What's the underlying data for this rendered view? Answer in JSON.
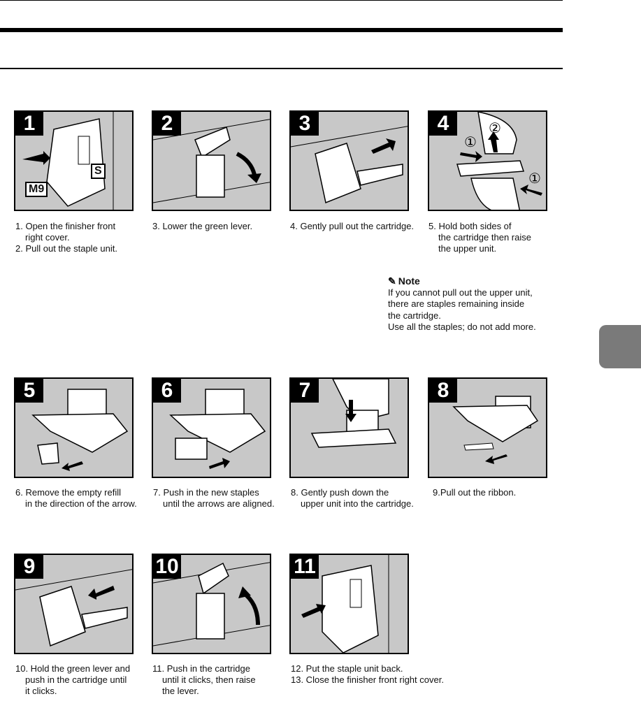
{
  "steps_row1": [
    {
      "num": "1"
    },
    {
      "num": "2"
    },
    {
      "num": "3"
    },
    {
      "num": "4"
    }
  ],
  "steps_row2": [
    {
      "num": "5"
    },
    {
      "num": "6"
    },
    {
      "num": "7"
    },
    {
      "num": "8"
    }
  ],
  "steps_row3": [
    {
      "num": "9"
    },
    {
      "num": "10"
    },
    {
      "num": "11"
    }
  ],
  "panel_labels": {
    "m9": "M9",
    "s": "S",
    "circle1": "①",
    "circle2": "②"
  },
  "captions": {
    "c1_l1": "1. Open the finisher front",
    "c1_l2": "right cover.",
    "c1_l3": "2. Pull out the staple unit.",
    "c2_l1": "3. Lower the green lever.",
    "c3_l1": "4. Gently pull out the cartridge.",
    "c4_l1": "5. Hold both sides of",
    "c4_l2": "the cartridge then raise",
    "c4_l3": "the upper unit.",
    "c5_l1": "6. Remove the empty refill",
    "c5_l2": "in the direction of the arrow.",
    "c6_l1": "7. Push in the new staples",
    "c6_l2": "until the arrows are aligned.",
    "c7_l1": "8. Gently push down the",
    "c7_l2": "upper unit into the cartridge.",
    "c8_l1": "9.Pull out the ribbon.",
    "c9_l1": "10. Hold the green lever and",
    "c9_l2": "push in the cartridge until",
    "c9_l3": "it clicks.",
    "c10_l1": "11. Push in the cartridge",
    "c10_l2": "until it clicks, then raise",
    "c10_l3": "the lever.",
    "c11_l1": "12. Put the staple unit back.",
    "c11_l2": "13. Close the finisher front right cover."
  },
  "note": {
    "title": "Note",
    "icon": "pencil-icon",
    "l1": "If you cannot pull out the upper unit,",
    "l2": "there are staples remaining inside",
    "l3": "the cartridge.",
    "l4": "Use all the staples; do not add more."
  }
}
